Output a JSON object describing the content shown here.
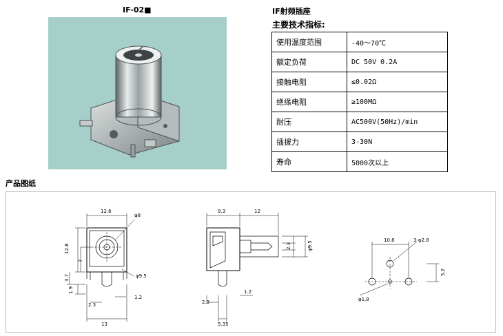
{
  "product": {
    "model": "IF-02■"
  },
  "specs_section": {
    "title": "IF射频插座",
    "subtitle": "主要技术指标:",
    "rows": [
      {
        "label": "使用温度范围",
        "value": "-40～70℃"
      },
      {
        "label": "额定负荷",
        "value": "DC 50V 0.2A"
      },
      {
        "label": "接触电阻",
        "value": "≤0.02Ω"
      },
      {
        "label": "绝缘电阻",
        "value": "≥100MΩ"
      },
      {
        "label": "耐压",
        "value": "AC500V(50Hz)/min"
      },
      {
        "label": "插拔力",
        "value": "3-30N"
      },
      {
        "label": "寿命",
        "value": "5000次以上"
      }
    ]
  },
  "drawing": {
    "title": "产品图纸",
    "front_view": {
      "dim_width_top": "12.6",
      "dim_phi8": "φ8",
      "dim_height": "12.8",
      "dim_7": "7",
      "dim_3_7": "3.7",
      "dim_1_9": "1.9",
      "dim_phi9_5": "φ9.5",
      "dim_2_3": "2.3",
      "dim_1_2": "1.2",
      "dim_13": "13"
    },
    "side_view": {
      "dim_9_3": "9.3",
      "dim_12": "12",
      "dim_2_3_v": "2.3",
      "dim_phi9_5": "φ9.5",
      "dim_2_3_h": "2.3",
      "dim_1_2": "1.2",
      "dim_5_35": "5.35"
    },
    "footprint_view": {
      "dim_10_8": "10.8",
      "dim_holes": "3-φ2.8",
      "dim_5_2": "5.2",
      "dim_phi1_8": "φ1.8"
    }
  }
}
